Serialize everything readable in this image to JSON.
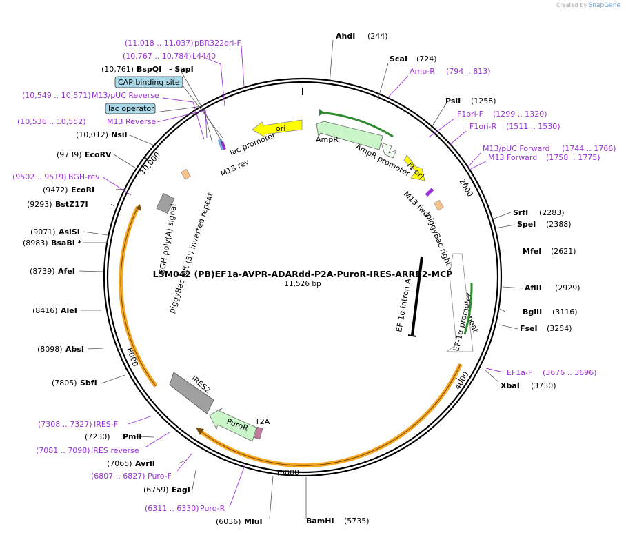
{
  "brand": {
    "created_by": "Created by",
    "name": "SnapGene"
  },
  "plasmid": {
    "name": "LSM042 (PB)EF1a-AVPR-ADARdd-P2A-PuroR-IRES-ARRB2-MCP",
    "length_label": "11,526 bp"
  },
  "ticks": [
    "2000",
    "4000",
    "6000",
    "8000",
    "10,000"
  ],
  "colors": {
    "primer": "#9b30d9",
    "amp": "#c9f5c9",
    "ori": "#ffff00",
    "orange": "#f5a623",
    "gray": "#a0a0a0",
    "misc": "#a8d8e8"
  },
  "enzymes": [
    {
      "name": "AhdI",
      "pos": "(244)"
    },
    {
      "name": "ScaI",
      "pos": "(724)"
    },
    {
      "name": "PsiI",
      "pos": "(1258)"
    },
    {
      "name": "SrfI",
      "pos": "(2283)"
    },
    {
      "name": "SpeI",
      "pos": "(2388)"
    },
    {
      "name": "MfeI",
      "pos": "(2621)"
    },
    {
      "name": "AflII",
      "pos": "(2929)"
    },
    {
      "name": "BglII",
      "pos": "(3116)"
    },
    {
      "name": "FseI",
      "pos": "(3254)"
    },
    {
      "name": "XbaI",
      "pos": "(3730)"
    },
    {
      "name": "BamHI",
      "pos": "(5735)"
    },
    {
      "name": "MluI",
      "pos": "(6036)"
    },
    {
      "name": "EagI",
      "pos": "(6759)"
    },
    {
      "name": "AvrII",
      "pos": "(7065)"
    },
    {
      "name": "PmlI",
      "pos": "(7230)"
    },
    {
      "name": "SbfI",
      "pos": "(7805)"
    },
    {
      "name": "AbsI",
      "pos": "(8098)"
    },
    {
      "name": "AleI",
      "pos": "(8416)"
    },
    {
      "name": "AfeI",
      "pos": "(8739)"
    },
    {
      "name": "BsaBI *",
      "pos": "(8983)"
    },
    {
      "name": "AsiSI",
      "pos": "(9071)"
    },
    {
      "name": "BstZ17I",
      "pos": "(9293)"
    },
    {
      "name": "EcoRI",
      "pos": "(9472)"
    },
    {
      "name": "EcoRV",
      "pos": "(9739)"
    },
    {
      "name": "NsiI",
      "pos": "(10,012)"
    },
    {
      "name": "BspQI",
      "pos": "(10,761)",
      "extra": "-  SapI"
    }
  ],
  "primers": [
    {
      "name": "Amp-R",
      "range": "(794 .. 813)"
    },
    {
      "name": "F1ori-F",
      "range": "(1299 .. 1320)"
    },
    {
      "name": "F1ori-R",
      "range": "(1511 .. 1530)"
    },
    {
      "name": "M13/pUC Forward",
      "range": "(1744 .. 1766)"
    },
    {
      "name": "M13 Forward",
      "range": "(1758 .. 1775)"
    },
    {
      "name": "EF1a-F",
      "range": "(3676 .. 3696)"
    },
    {
      "name": "Puro-R",
      "range": "(6311 .. 6330)"
    },
    {
      "name": "Puro-F",
      "range": "(6807 .. 6827)"
    },
    {
      "name": "IRES reverse",
      "range": "(7081 .. 7098)"
    },
    {
      "name": "IRES-F",
      "range": "(7308 .. 7327)"
    },
    {
      "name": "BGH-rev",
      "range": "(9502 .. 9519)"
    },
    {
      "name": "M13 Reverse",
      "range": "(10,536 .. 10,552)"
    },
    {
      "name": "M13/pUC Reverse",
      "range": "(10,549 .. 10,571)"
    },
    {
      "name": "L4440",
      "range": "(10,767 .. 10,784)"
    },
    {
      "name": "pBR322ori-F",
      "range": "(11,018 .. 11,037)"
    }
  ],
  "misc_features": [
    "CAP binding site",
    "lac operator"
  ],
  "features": {
    "ori": "ori",
    "ampr": "AmpR",
    "ampr_promoter": "AmpR promoter",
    "f1_ori": "f1 ori",
    "lac_promoter": "lac promoter",
    "m13_rev": "M13 rev",
    "m13_fwd": "M13 fwd",
    "piggybac_right": "piggyBac right (   ) inverted repeat",
    "ef1a_promoter": "EF-1α promoter",
    "ef1a_intron": "EF-1α intron A",
    "bgh": "BGH poly(A) signal",
    "piggybac_left": "piggyBac left (5') inverted repeat",
    "ires2": "IRES2",
    "puror": "PuroR",
    "t2a": "T2A"
  }
}
